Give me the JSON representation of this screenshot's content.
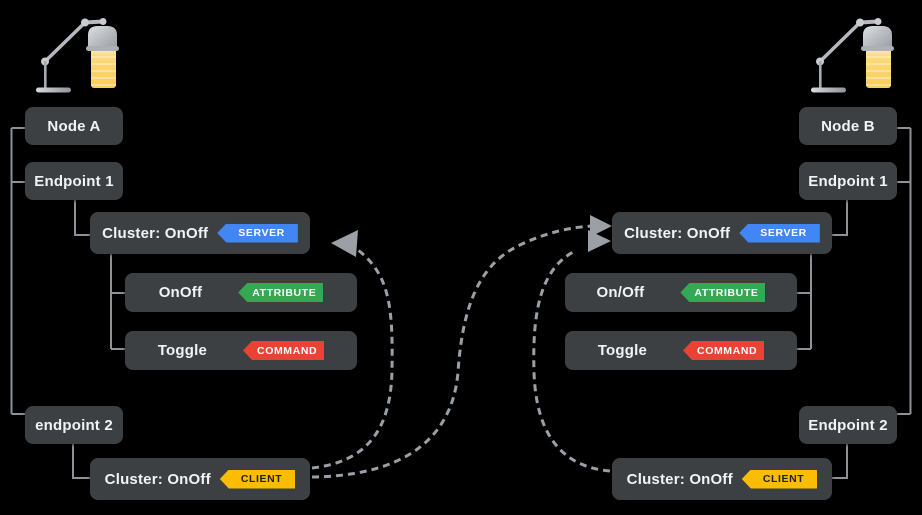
{
  "node_a": {
    "title": "Node A",
    "endpoint1_label": "Endpoint 1",
    "server_cluster_label": "Cluster: OnOff",
    "server_badge": "SERVER",
    "attribute_label": "OnOff",
    "attribute_badge": "ATTRIBUTE",
    "command_label": "Toggle",
    "command_badge": "COMMAND",
    "endpoint2_label": "endpoint 2",
    "client_cluster_label": "Cluster: OnOff",
    "client_badge": "CLIENT"
  },
  "node_b": {
    "title": "Node B",
    "endpoint1_label": "Endpoint 1",
    "server_cluster_label": "Cluster: OnOff",
    "server_badge": "SERVER",
    "attribute_label": "On/Off",
    "attribute_badge": "ATTRIBUTE",
    "command_label": "Toggle",
    "command_badge": "COMMAND",
    "endpoint2_label": "Endpoint 2",
    "client_cluster_label": "Cluster: OnOff",
    "client_badge": "CLIENT"
  },
  "connections": [
    {
      "from": "node-a-client-cluster",
      "to": "node-a-server-cluster",
      "style": "dashed-arrow"
    },
    {
      "from": "node-a-client-cluster",
      "to": "node-b-server-cluster",
      "style": "dashed-arrow"
    },
    {
      "from": "node-b-client-cluster",
      "to": "node-b-server-cluster",
      "style": "dashed-arrow"
    }
  ],
  "icons": {
    "node_a_illustration": "desk-lamp-icon",
    "node_b_illustration": "desk-lamp-icon"
  },
  "colors": {
    "background": "#000000",
    "box_fill": "#3c4043",
    "box_text": "#f1f3f4",
    "server_badge": "#4285f4",
    "attribute_badge": "#34a853",
    "command_badge": "#ea4335",
    "client_badge": "#fbbc04",
    "client_badge_text": "#202124",
    "connector_line": "#8d9297",
    "binding_arrow": "#9aa0a6",
    "lamp_metal": "#b6bac0",
    "lamp_light": "#fbd868"
  }
}
